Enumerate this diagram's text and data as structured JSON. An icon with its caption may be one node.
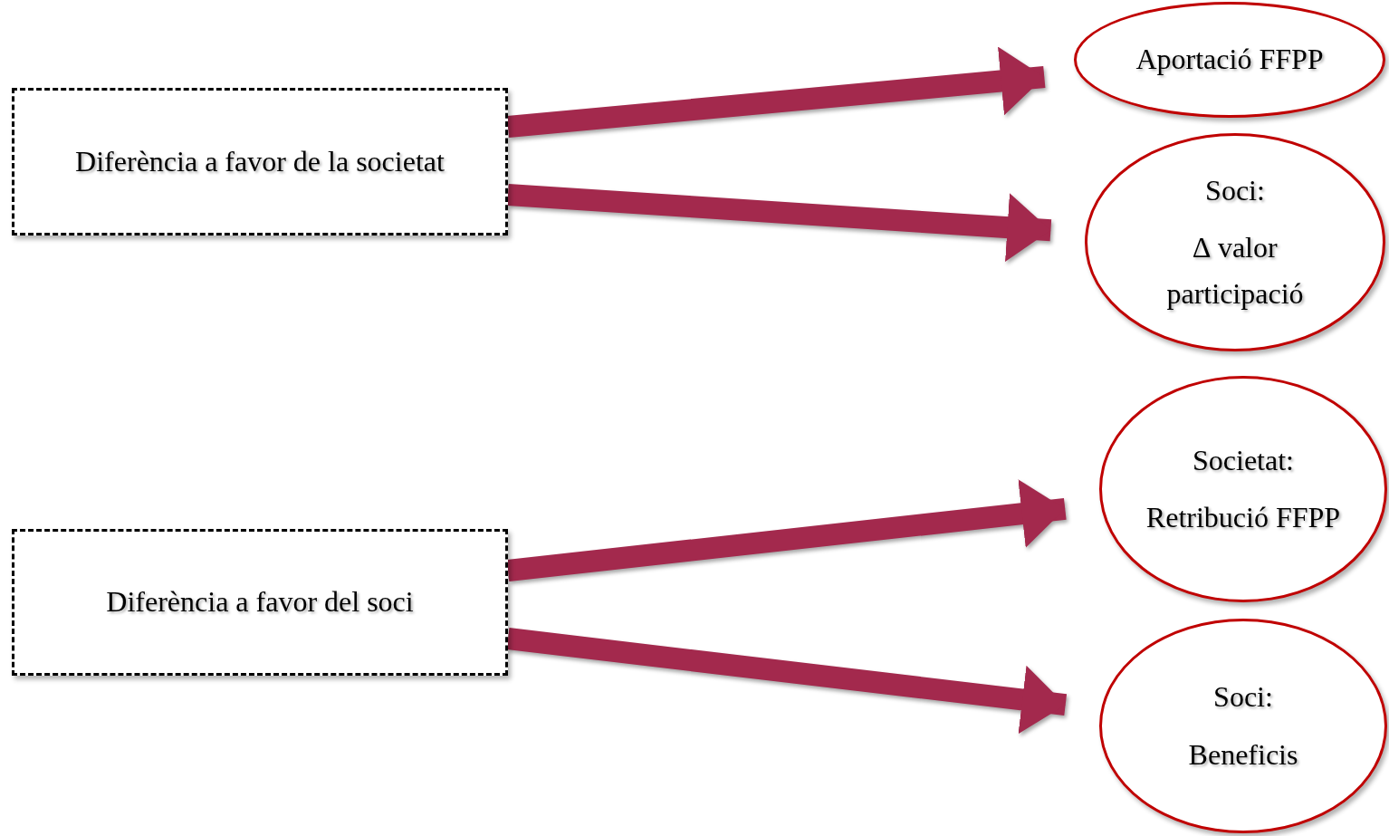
{
  "diagram": {
    "nodes": [
      {
        "text": [
          "Diferència a favor de la societat"
        ]
      },
      {
        "text": [
          "Diferència a favor del soci"
        ]
      },
      {
        "text": [
          "Aportació FFPP"
        ]
      },
      {
        "text": [
          "Soci:",
          "∆ valor participació"
        ]
      },
      {
        "text": [
          "Societat:",
          "Retribució FFPP"
        ]
      },
      {
        "text": [
          "Soci:",
          "Beneficis"
        ]
      }
    ],
    "edges": [
      {
        "from": 0,
        "to": 2,
        "arrow": "to"
      },
      {
        "from": 0,
        "to": 3,
        "arrow": "to"
      },
      {
        "from": 1,
        "to": 4,
        "arrow": "to"
      },
      {
        "from": 1,
        "to": 5,
        "arrow": "to"
      }
    ]
  }
}
